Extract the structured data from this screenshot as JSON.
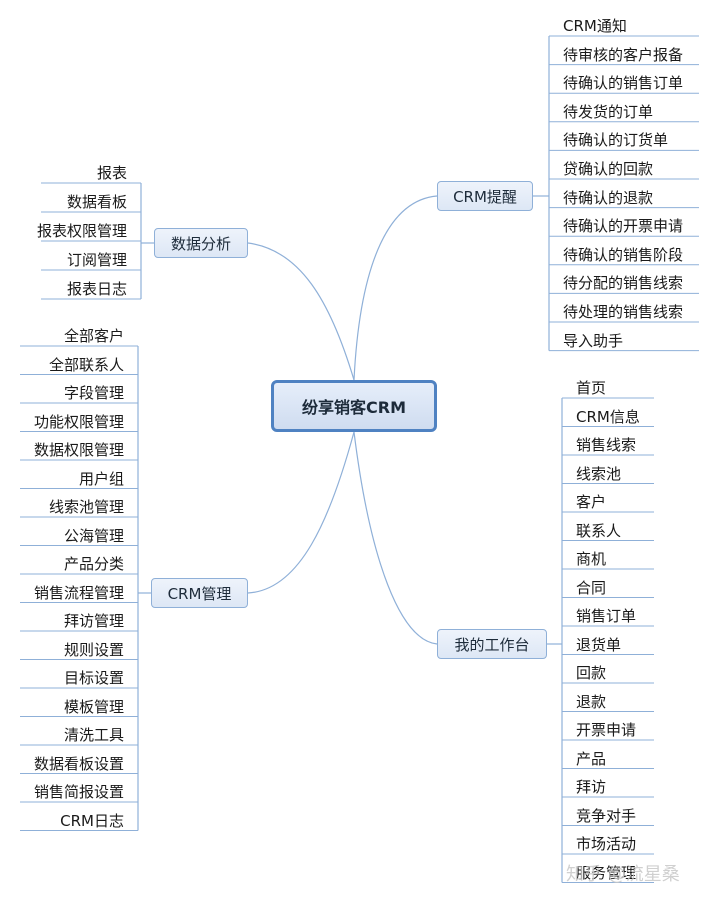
{
  "central": "纷享销客CRM",
  "branches": {
    "reminders": {
      "label": "CRM提醒",
      "items": [
        "CRM通知",
        "待审核的客户报备",
        "待确认的销售订单",
        "待发货的订单",
        "待确认的订货单",
        "贷确认的回款",
        "待确认的退款",
        "待确认的开票申请",
        "待确认的销售阶段",
        "待分配的销售线索",
        "待处理的销售线索",
        "导入助手"
      ]
    },
    "workbench": {
      "label": "我的工作台",
      "items": [
        "首页",
        "CRM信息",
        "销售线索",
        "线索池",
        "客户",
        "联系人",
        "商机",
        "合同",
        "销售订单",
        "退货单",
        "回款",
        "退款",
        "开票申请",
        "产品",
        "拜访",
        "竞争对手",
        "市场活动",
        "服务管理"
      ]
    },
    "analytics": {
      "label": "数据分析",
      "items": [
        "报表",
        "数据看板",
        "报表权限管理",
        "订阅管理",
        "报表日志"
      ]
    },
    "management": {
      "label": "CRM管理",
      "items": [
        "全部客户",
        "全部联系人",
        "字段管理",
        "功能权限管理",
        "数据权限管理",
        "用户组",
        "线索池管理",
        "公海管理",
        "产品分类",
        "销售流程管理",
        "拜访管理",
        "规则设置",
        "目标设置",
        "模板管理",
        "清洗工具",
        "数据看板设置",
        "销售简报设置",
        "CRM日志"
      ]
    }
  },
  "watermark": "知乎 @流星桑",
  "colors": {
    "line": "#8fb0d8",
    "central_border": "#4f82c2"
  }
}
